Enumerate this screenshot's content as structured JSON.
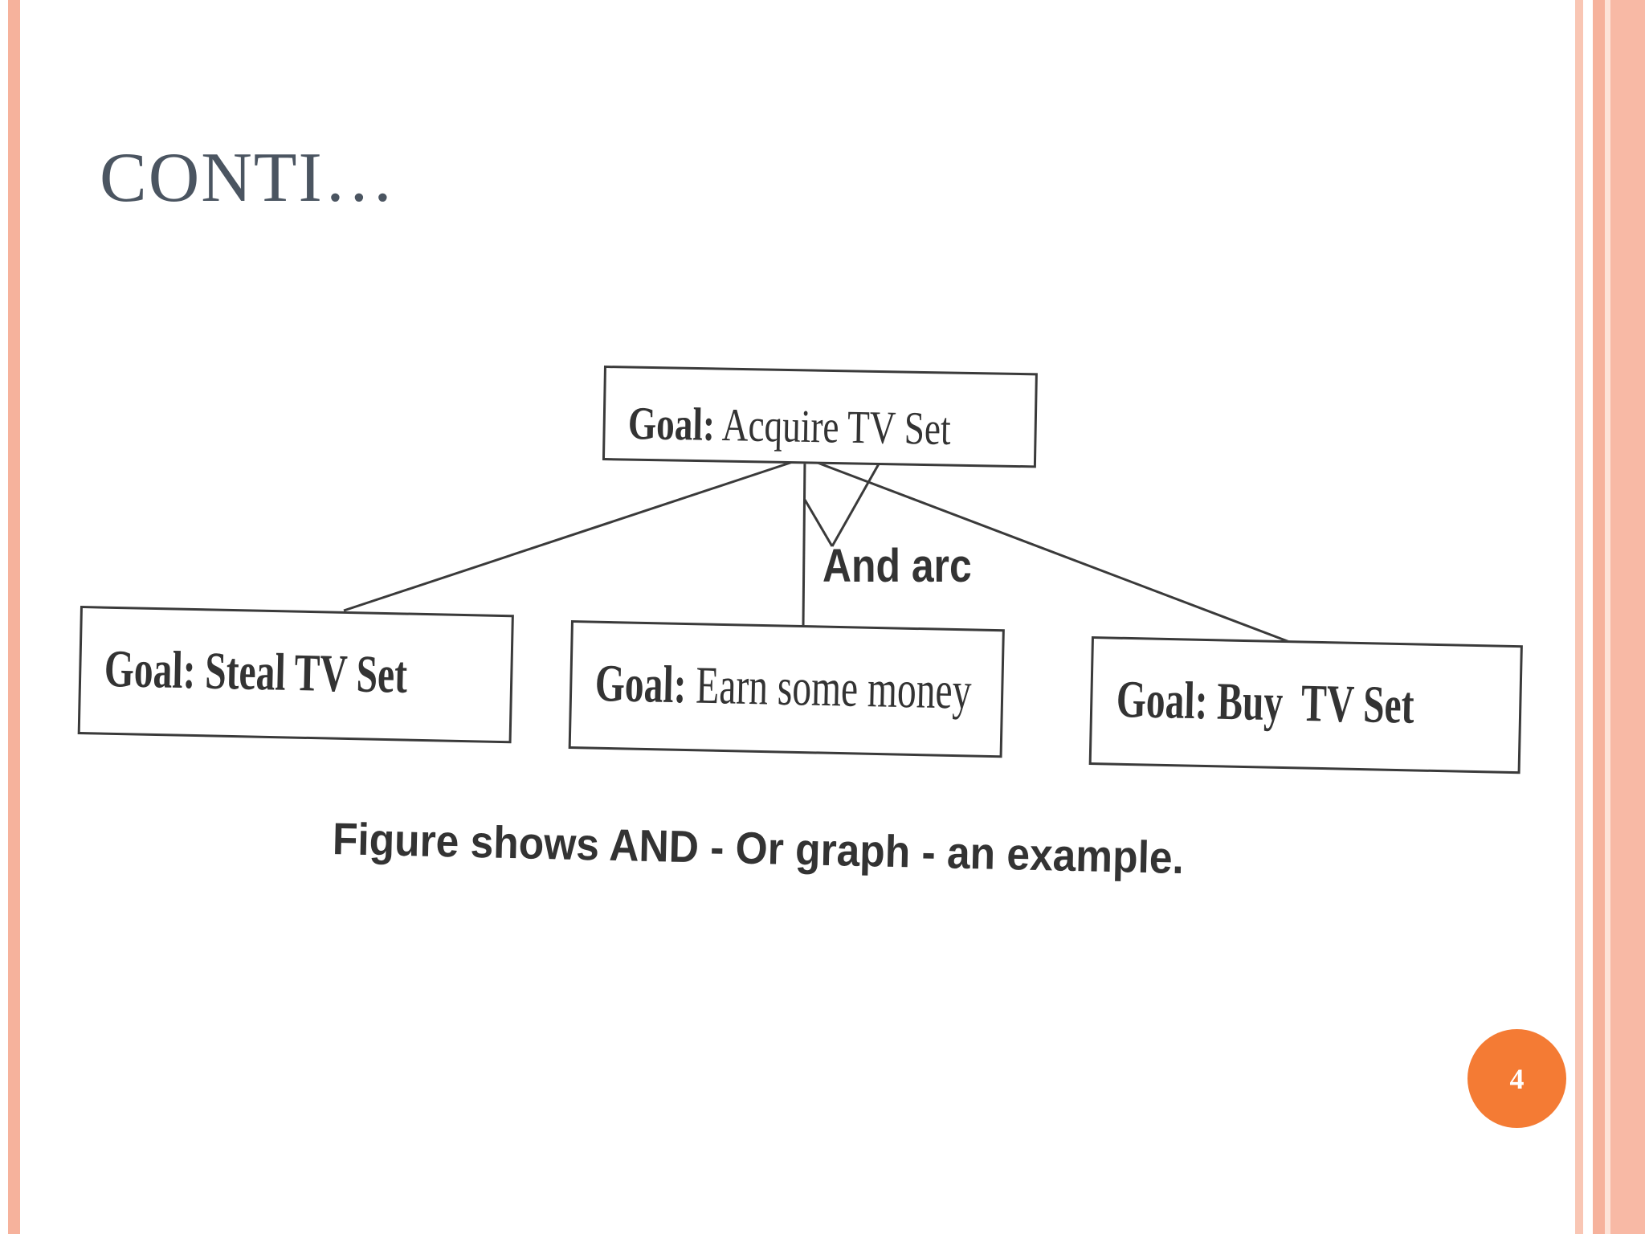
{
  "slide": {
    "title": "CONTI…",
    "page_number": "4"
  },
  "diagram": {
    "root": {
      "prefix": "Goal:",
      "text": "Acquire TV Set"
    },
    "children": [
      {
        "prefix": "Goal:",
        "text": "Steal TV Set"
      },
      {
        "prefix": "Goal:",
        "text": "Earn some money"
      },
      {
        "prefix": "Goal:",
        "text": "Buy  TV Set"
      }
    ],
    "and_arc_label": "And arc",
    "caption": "Figure shows AND - Or graph - an example."
  },
  "colors": {
    "frame_accent": "#f6b29c",
    "page_badge": "#f47b34",
    "title_text": "#4b5561"
  }
}
